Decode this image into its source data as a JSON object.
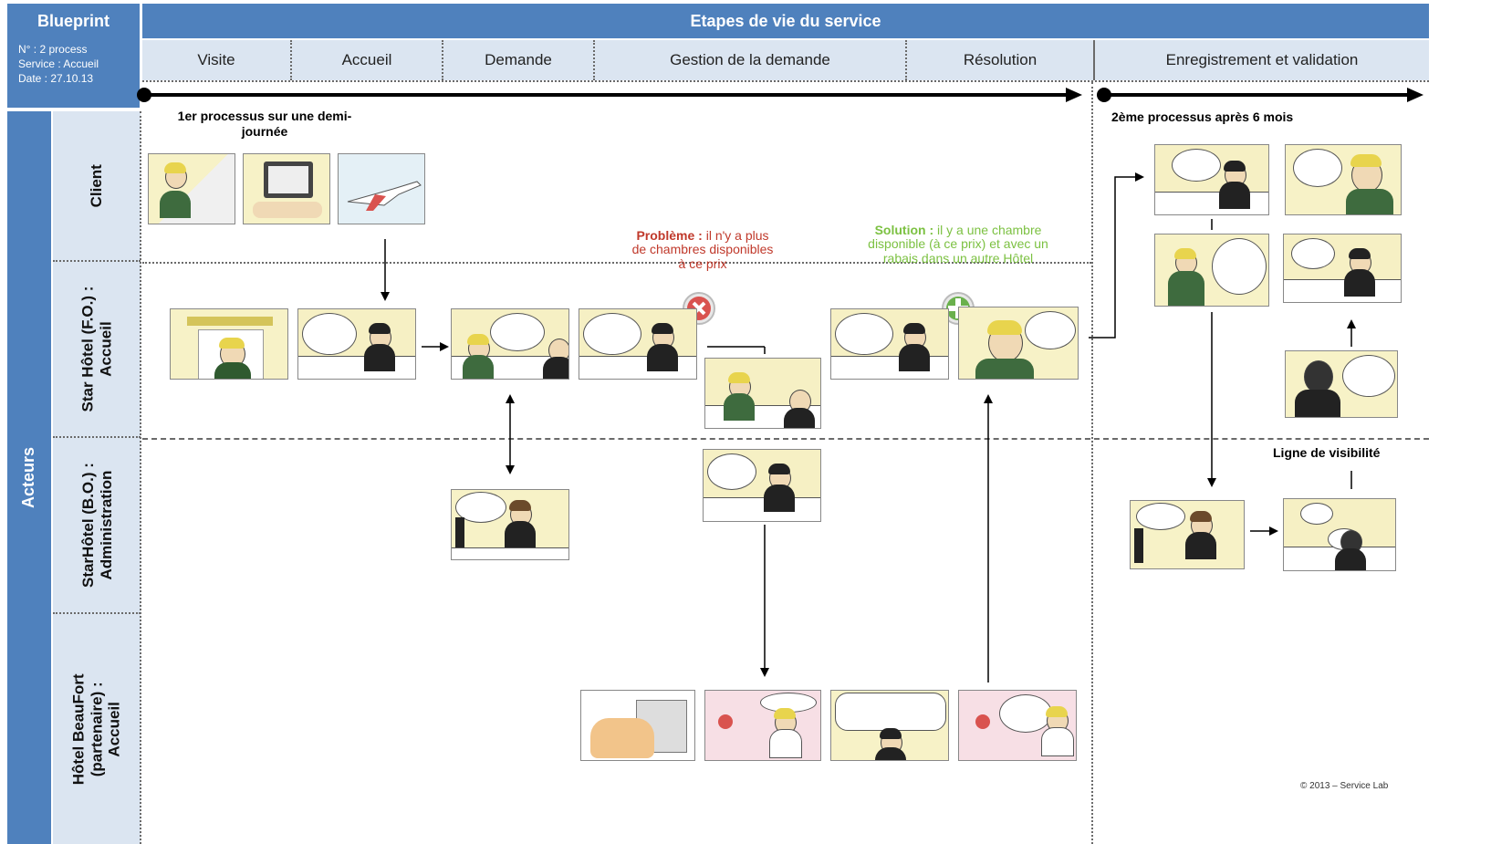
{
  "header": {
    "blueprint_label": "Blueprint",
    "stages_title": "Etapes de vie du service",
    "meta": {
      "process_line": "N° : 2 process",
      "service_line": "Service : Accueil",
      "date_line": "Date : 27.10.13"
    }
  },
  "phases": [
    "Visite",
    "Accueil",
    "Demande",
    "Gestion de la demande",
    "Résolution",
    "Enregistrement et validation"
  ],
  "actors_label": "Acteurs",
  "lanes": [
    "Client",
    "Star Hôtel (F.O.) :\nAccueil",
    "StarHôtel (B.O.) :\nAdministration",
    "Hôtel BeauFort\n(partenaire) :\nAccueil"
  ],
  "process1_title": "1er processus sur une demi-journée",
  "process2_title": "2ème processus après 6 mois",
  "problem": {
    "label": "Problème :",
    "text": "il n'y a plus de chambres disponibles à ce prix"
  },
  "solution": {
    "label": "Solution :",
    "text": "il y a une chambre disponible (à ce prix) et avec un rabais dans un autre Hôtel"
  },
  "visibility_line_label": "Ligne de visibilité",
  "copyright": "© 2013 – Service Lab",
  "colors": {
    "header_blue": "#4f81bd",
    "phase_fill": "#dbe5f1",
    "problem_red": "#c0392b",
    "solution_green": "#7cc142"
  },
  "icons": {
    "problem": "red-x-circle-icon",
    "solution": "green-cross-circle-icon"
  }
}
